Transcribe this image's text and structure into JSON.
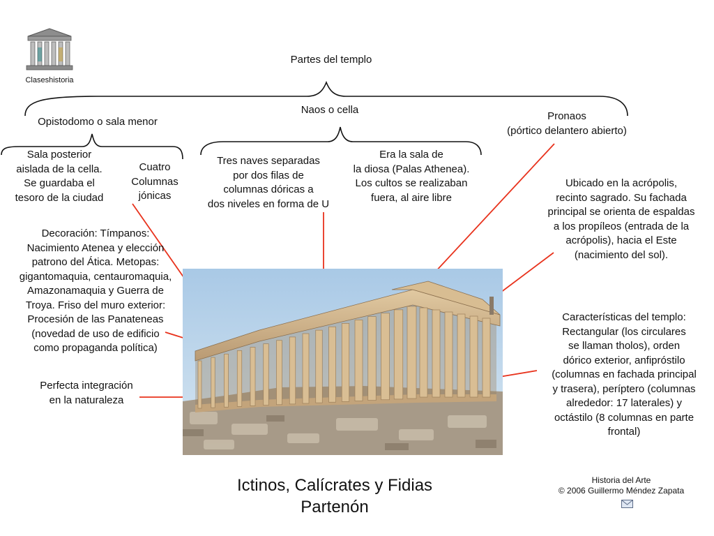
{
  "logo": {
    "caption": "Claseshistoria",
    "icon": "temple-logo-icon"
  },
  "title": {
    "authors": "Ictinos, Calícrates y Fidias",
    "monument": "Partenón"
  },
  "credits": {
    "line1": "Historia del Arte",
    "line2": "© 2006 Guillermo Méndez Zapata",
    "icon": "mail-icon"
  },
  "tree": {
    "root": "Partes del templo",
    "opistodomo": {
      "label": "Opistodomo o sala menor",
      "child_a": "Sala posterior\naislada de la cella.\nSe guardaba el\ntesoro de la ciudad",
      "child_b": "Cuatro\nColumnas\njónicas"
    },
    "naos": {
      "label": "Naos o cella",
      "child_a": "Tres naves separadas\npor dos filas de\ncolumnas dóricas a\ndos niveles en forma de U",
      "child_b": "Era la sala de\nla diosa (Palas Athenea).\nLos cultos se realizaban\nfuera, al aire libre"
    },
    "pronaos": {
      "label": "Pronaos\n(pórtico delantero abierto)"
    }
  },
  "notes": {
    "decoracion": "Decoración: Tímpanos:\nNacimiento Atenea y elección\npatrono del Ática. Metopas:\ngigantomaquia, centauromaquia,\nAmazonamaquia y Guerra de\nTroya. Friso del muro exterior:\nProcesión de las Panateneas\n(novedad de uso de edificio\ncomo propaganda política)",
    "integracion": "Perfecta integración\nen la naturaleza",
    "ubicacion": "Ubicado en la acrópolis,\nrecinto sagrado. Su fachada\nprincipal se orienta de espaldas\na los propíleos (entrada de la\nacrópolis), hacia el Este\n(nacimiento del sol).",
    "caracteristicas": "Características del templo:\nRectangular (los circulares\nse llaman tholos), orden\ndórico exterior, anfipróstilo\n(columnas en fachada principal\ny trasera), períptero (columnas\nalrededor: 17 laterales) y\noctástilo (8 columnas en parte\nfrontal)"
  },
  "colors": {
    "arrow": "#e8321c",
    "text": "#111111",
    "sky": "#b7d3ea"
  }
}
